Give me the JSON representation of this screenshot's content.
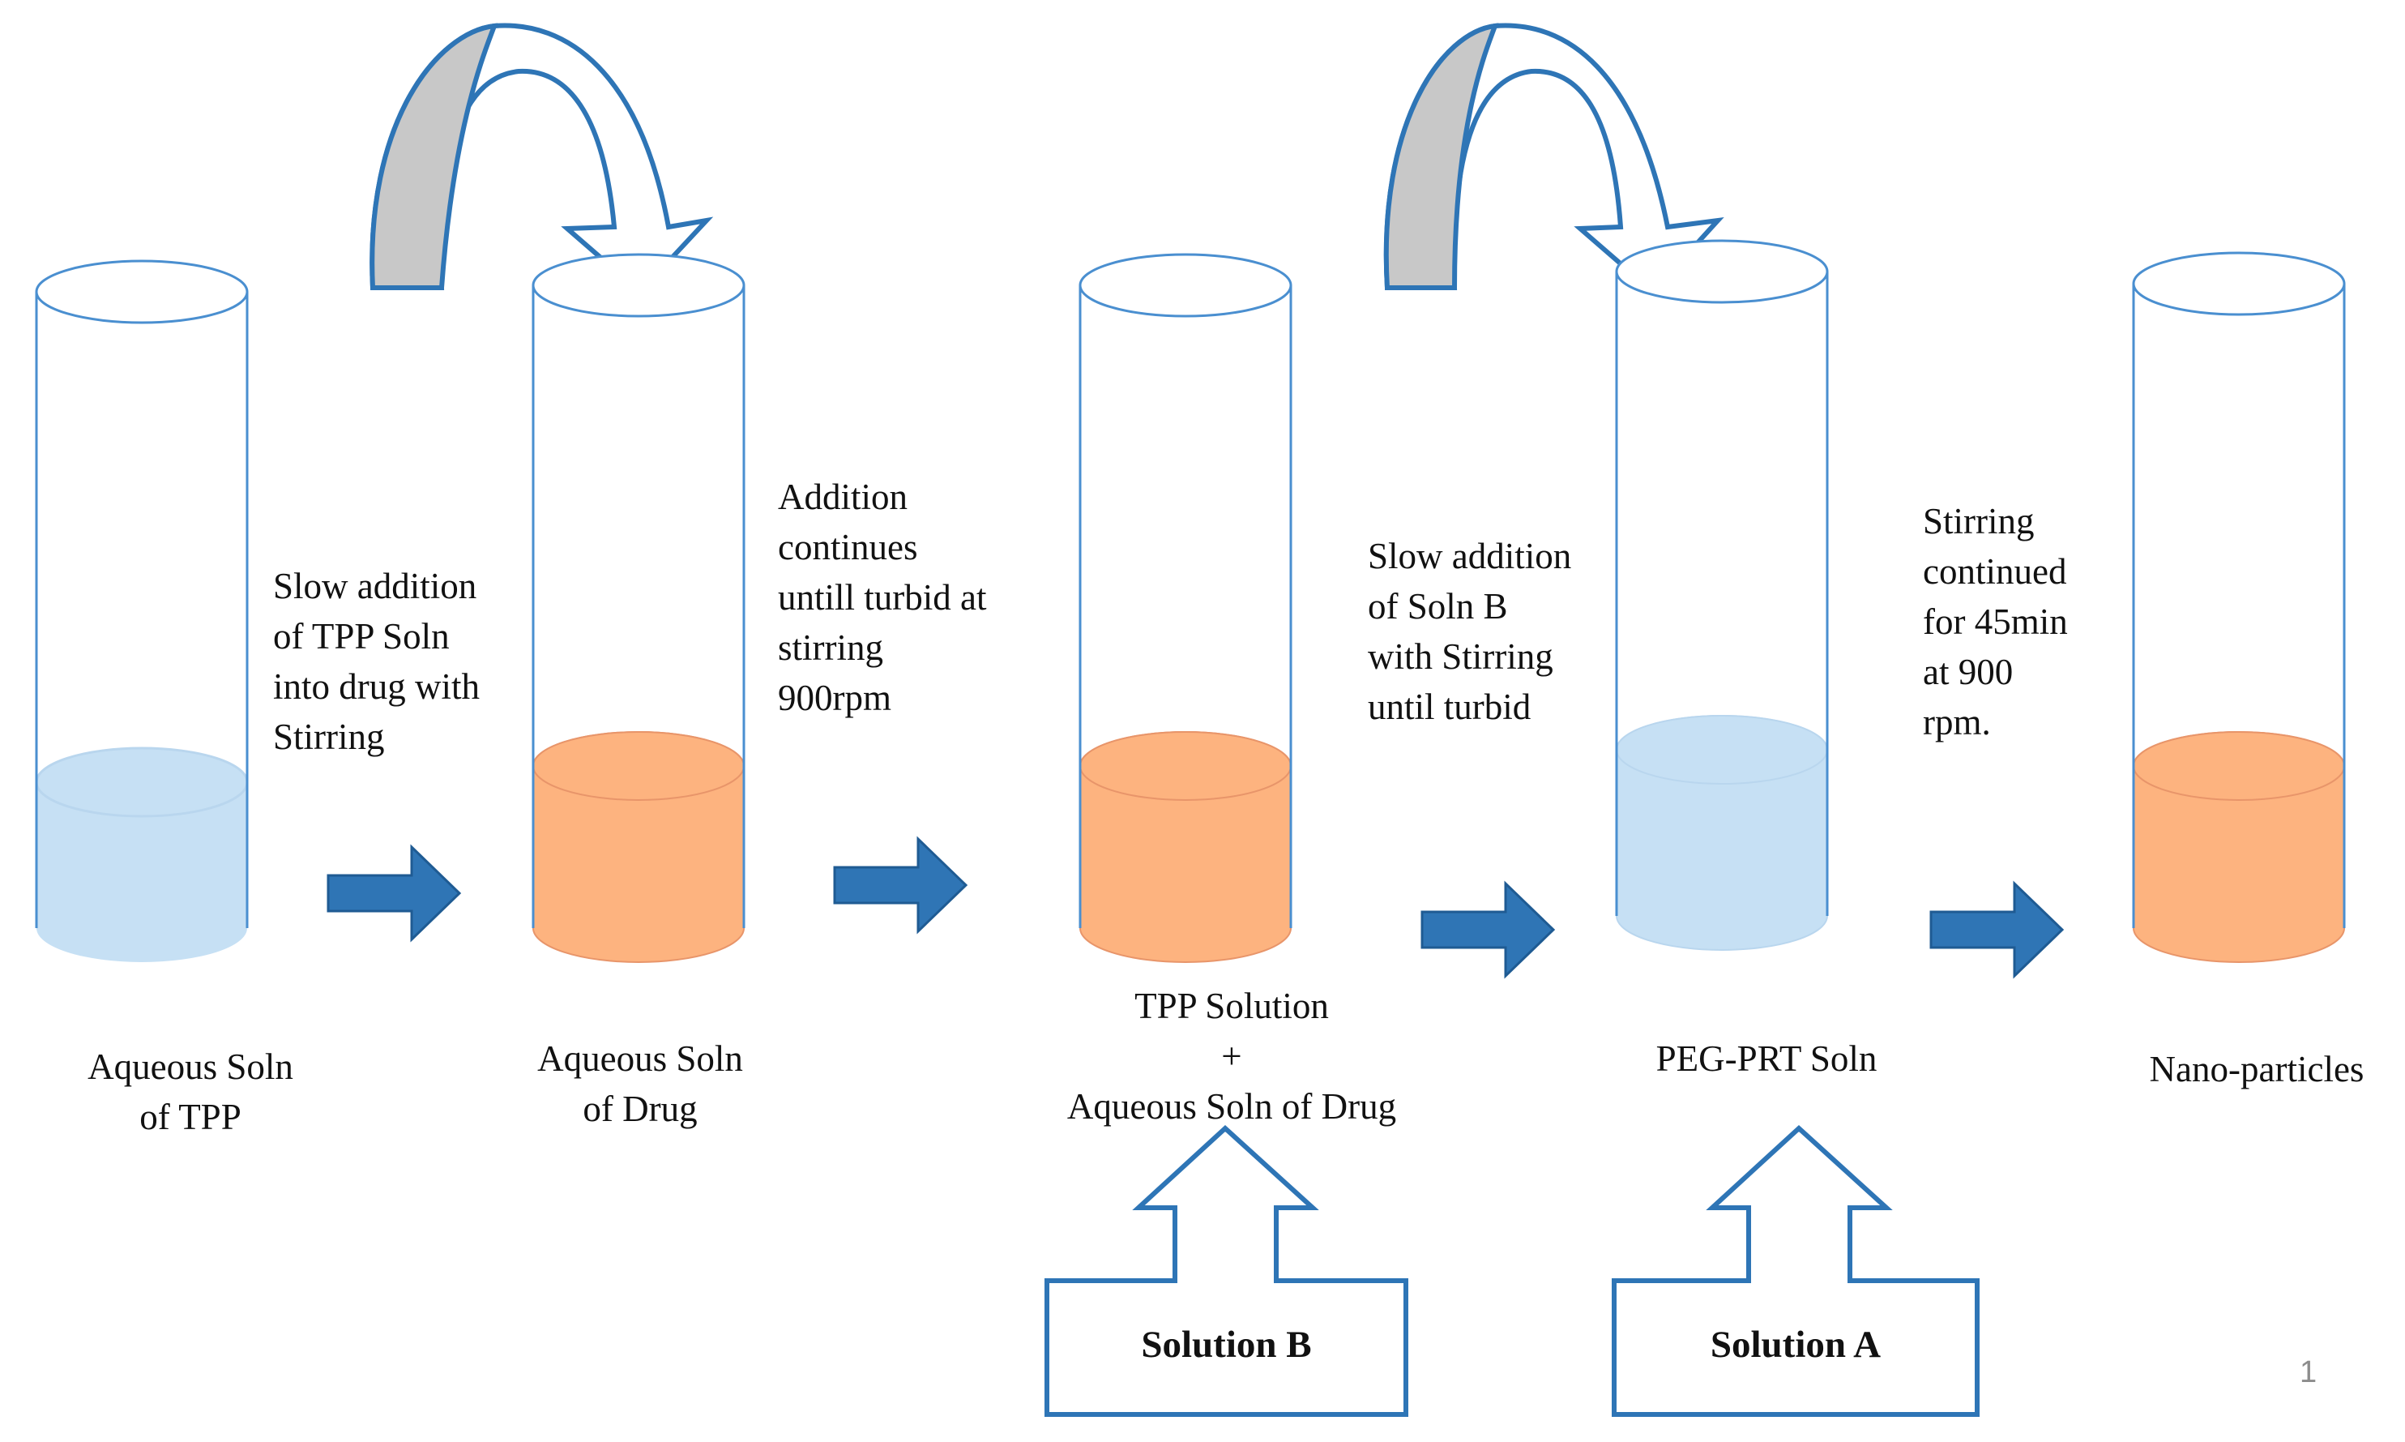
{
  "colors": {
    "outline": "#4a8fd0",
    "blue_liquid": "#c6e0f4",
    "orange_liquid": "#fdb37f",
    "orange_edge": "#e8956a",
    "arrow_fill": "#2f75b5",
    "arrow_edge": "#1f5b93",
    "curved_arrow_back": "#c8c8c8",
    "curved_arrow_edge": "#2e75b6",
    "box_edge": "#2e75b6"
  },
  "tubes": [
    {
      "label": "Aqueous Soln\nof TPP",
      "liquid": "blue"
    },
    {
      "label": "Aqueous Soln\nof Drug",
      "liquid": "orange"
    },
    {
      "label": "TPP Solution\n+\nAqueous Soln of Drug",
      "liquid": "orange"
    },
    {
      "label": "PEG-PRT Soln",
      "liquid": "blue"
    },
    {
      "label": "Nano-particles",
      "liquid": "orange"
    }
  ],
  "steps": [
    "Slow addition\nof TPP Soln\ninto drug with\nStirring",
    "Addition\ncontinues\nuntill turbid at\nstirring\n900rpm",
    "Slow addition\nof Soln B\nwith Stirring\nuntil turbid",
    "Stirring\ncontinued\nfor 45min\nat 900\nrpm."
  ],
  "solution_boxes": {
    "b": "Solution B",
    "a": "Solution A"
  },
  "page_number": "1"
}
